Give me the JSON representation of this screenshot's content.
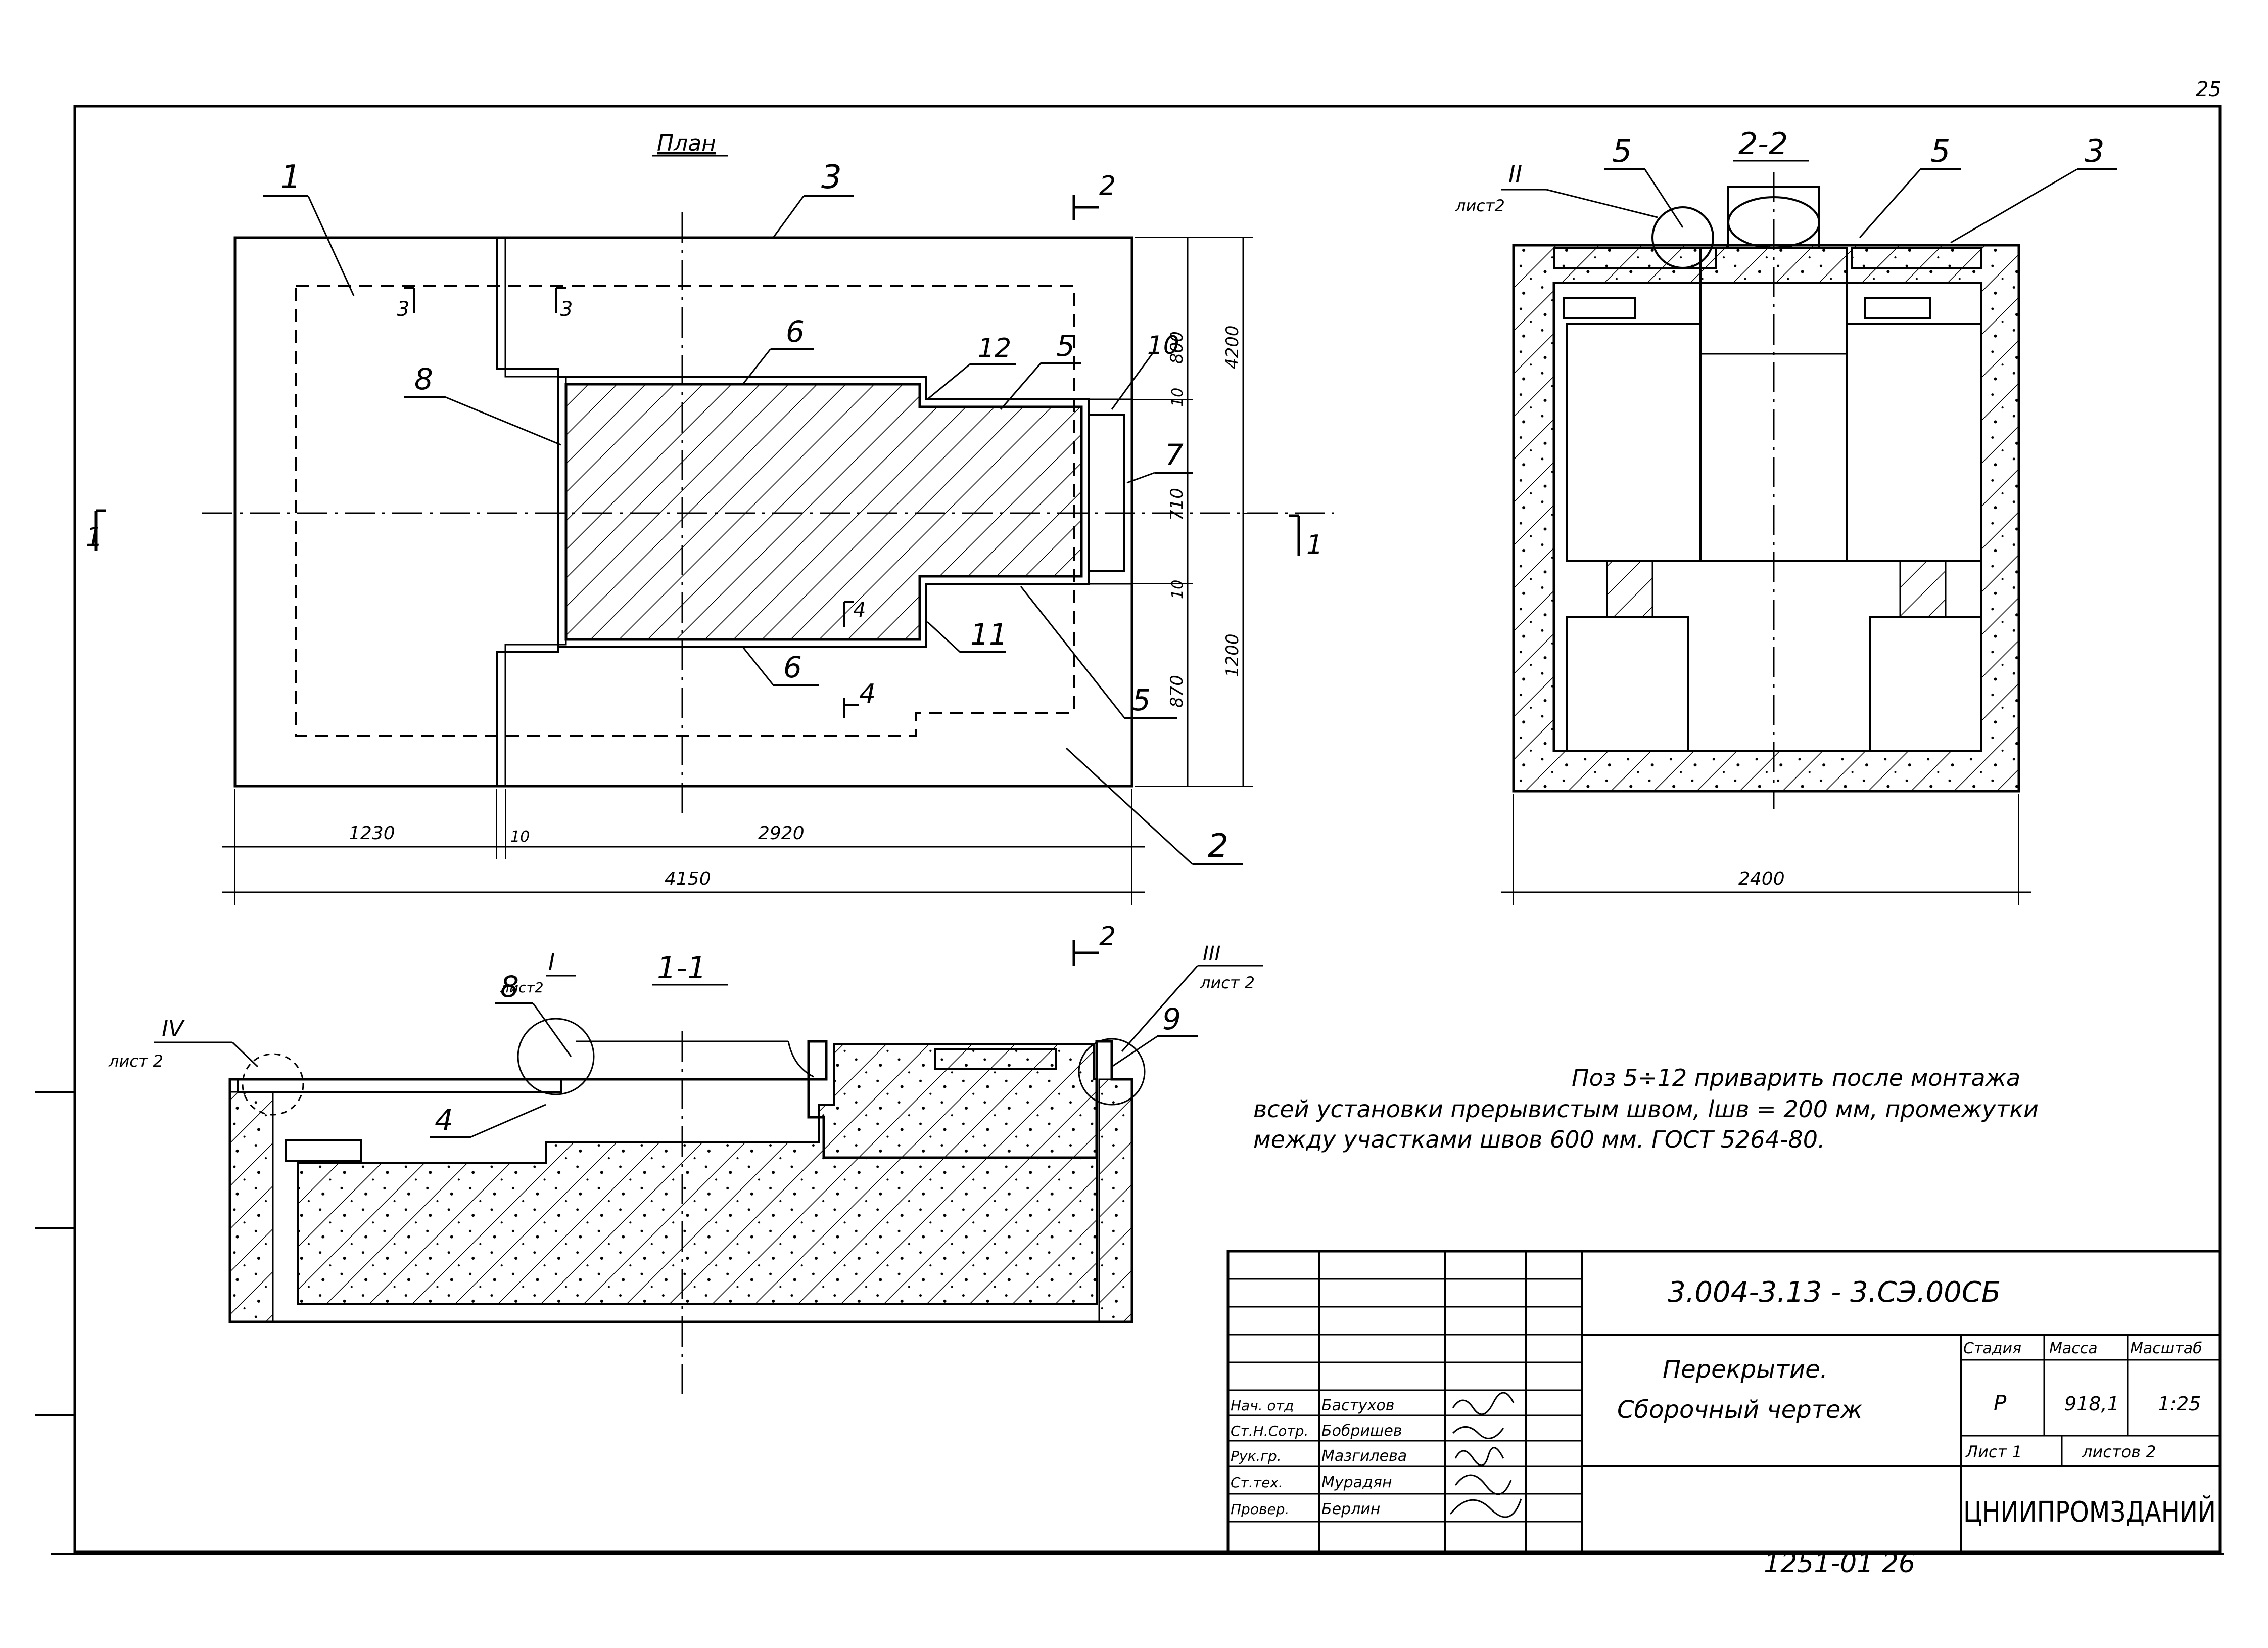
{
  "page_number": "25",
  "bottom_inventory": "1251-01 26",
  "plan": {
    "title": "План",
    "callouts": [
      "1",
      "3",
      "6",
      "12",
      "5",
      "10",
      "7",
      "8",
      "4",
      "11",
      "6",
      "5",
      "2"
    ],
    "section_marks": [
      "2",
      "2",
      "1",
      "1",
      "3",
      "3",
      "4",
      "4"
    ],
    "right_dims": [
      "800",
      "10",
      "710",
      "10",
      "870"
    ],
    "overall_right": [
      "4200",
      "1200"
    ],
    "bottom_dims": [
      "1230",
      "10",
      "2920"
    ],
    "overall_bottom": "4150"
  },
  "section_2_2": {
    "title": "2-2",
    "detail_ref": "II",
    "detail_sheet": "лист2",
    "callouts": [
      "5",
      "5",
      "3"
    ],
    "width_dim": "2400"
  },
  "section_1_1": {
    "title": "1-1",
    "detail_refs": [
      {
        "num": "IV",
        "sheet": "лист 2"
      },
      {
        "num": "I",
        "sheet": "лист2"
      },
      {
        "num": "III",
        "sheet": "лист 2"
      }
    ],
    "callouts": [
      "8",
      "4",
      "9"
    ]
  },
  "note": {
    "line1": "Поз 5÷12 приварить после монтажа",
    "line2": "всей установки прерывистым швом, lшв = 200 мм, промежутки",
    "line3": "между участками швов 600 мм. ГОСТ 5264-80."
  },
  "title_block": {
    "code": "3.004-3.13 - 3.СЭ.00СБ",
    "name_line1": "Перекрытие.",
    "name_line2": "Сборочный чертеж",
    "stage_header": "Стадия",
    "mass_header": "Масса",
    "scale_header": "Масштаб",
    "stage": "Р",
    "mass": "918,1",
    "scale": "1:25",
    "sheet": "Лист 1",
    "sheets": "листов 2",
    "org": "ЦНИИПРОМЗДАНИЙ",
    "signers": [
      {
        "role": "Нач. отд",
        "name": "Бастухов"
      },
      {
        "role": "Ст.Н.Сотр.",
        "name": "Бобришев"
      },
      {
        "role": "Рук.гр.",
        "name": "Мазгилева"
      },
      {
        "role": "Ст.тех.",
        "name": "Мурадян"
      },
      {
        "role": "Провер.",
        "name": "Берлин"
      }
    ]
  }
}
